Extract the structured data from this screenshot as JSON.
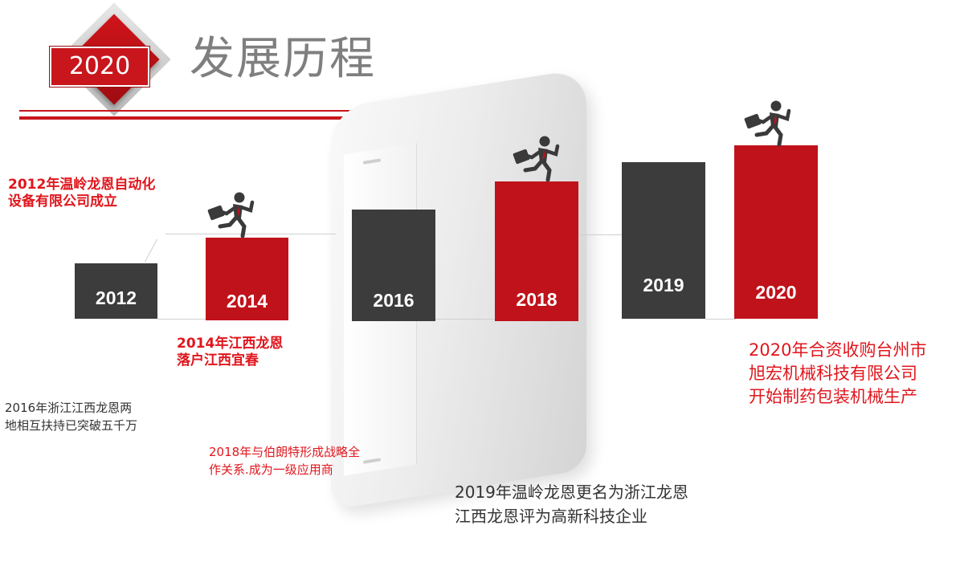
{
  "header": {
    "badge_year": "2020",
    "title": "发展历程"
  },
  "colors": {
    "accent_red": "#c0121a",
    "dark_bar": "#3c3c3c",
    "title_gray": "#7f7f7f"
  },
  "milestones": [
    {
      "year": "2012",
      "style": "dark"
    },
    {
      "year": "2014",
      "style": "red",
      "runner": true
    },
    {
      "year": "2016",
      "style": "dark"
    },
    {
      "year": "2018",
      "style": "red",
      "runner": true
    },
    {
      "year": "2019",
      "style": "dark"
    },
    {
      "year": "2020",
      "style": "red",
      "runner": true
    }
  ],
  "notes": {
    "n2012": [
      "2012年温岭龙恩自动化",
      "设备有限公司成立"
    ],
    "n2014": [
      "2014年江西龙恩",
      "落户江西宜春"
    ],
    "n2016": [
      "2016年浙江江西龙恩两",
      "地相互扶持已突破五千万"
    ],
    "n2018": [
      "2018年与伯朗特形成战略全",
      "作关系.成为一级应用商"
    ],
    "n2019": [
      "2019年温岭龙恩更名为浙江龙恩",
      "江西龙恩评为高新科技企业"
    ],
    "n2020": [
      "2020年合资收购台州市",
      "旭宏机械科技有限公司",
      "开始制药包装机械生产"
    ]
  },
  "icons": {
    "runner": "running-businessman-icon"
  }
}
